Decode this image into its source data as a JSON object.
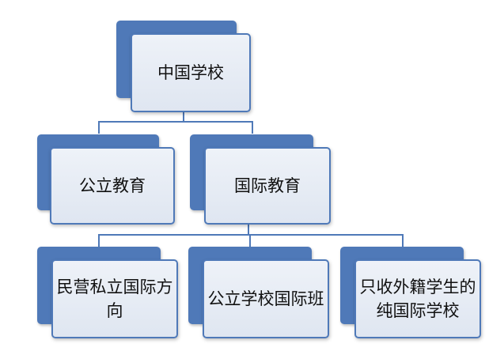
{
  "root": {
    "label": "中国学校"
  },
  "level1": [
    {
      "label": "公立教育"
    },
    {
      "label": "国际教育"
    }
  ],
  "level2": [
    {
      "label": "民营私立国际方向"
    },
    {
      "label": "公立学校国际班"
    },
    {
      "label": "只收外籍学生的纯国际学校"
    }
  ],
  "colors": {
    "accent": "#4f79b8",
    "box_fill": "#e6ebf4"
  }
}
